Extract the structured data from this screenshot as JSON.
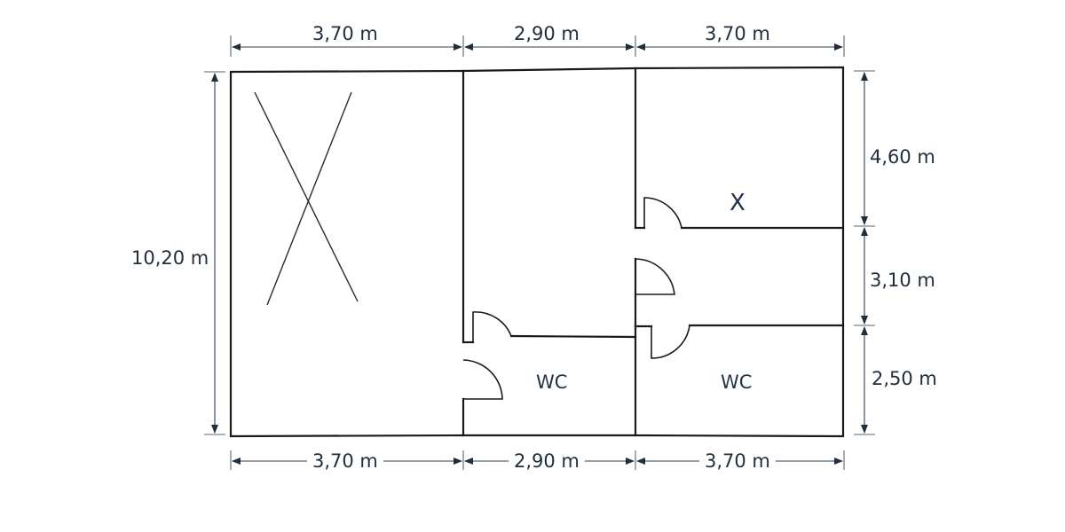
{
  "diagram": {
    "type": "floor_plan",
    "colors": {
      "walls": "#1a1a1a",
      "dimensions": "#2c3e50",
      "text": "#1f2d3d"
    },
    "dimensions": {
      "top": [
        "3,70 m",
        "2,90 m",
        "3,70 m"
      ],
      "bottom": [
        "3,70 m",
        "2,90 m",
        "3,70 m"
      ],
      "left": "10,20 m",
      "right": [
        "4,60 m",
        "3,10 m",
        "2,50 m"
      ]
    },
    "rooms": {
      "left_large": {
        "marker": "X (large cross)"
      },
      "center_top": {
        "marker": ""
      },
      "center_wc": {
        "label": "WC"
      },
      "right_top": {
        "label": "X"
      },
      "right_middle": {
        "marker": ""
      },
      "right_wc": {
        "label": "WC"
      }
    }
  }
}
